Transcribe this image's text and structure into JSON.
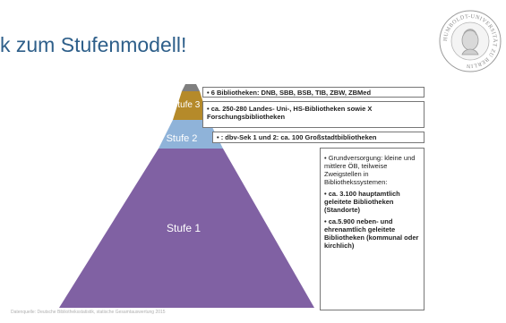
{
  "slide": {
    "title": "k zum Stufenmodell!",
    "logo_text": "HUMBOLDT-UNIVERSITÄT ZU BERLIN",
    "source": "Datenquelle: Deutsche Bibliotheksstatistik, statische Gesamtauswertung 2015"
  },
  "pyramid": {
    "stufe3_label": "Stufe 3",
    "stufe2_label": "Stufe 2",
    "stufe1_label": "Stufe 1",
    "box3a": "• 6 Bibliotheken: DNB, SBB, BSB, TIB, ZBW, ZBMed",
    "box3b": "• ca. 250-280 Landes- Uni-, HS-Bibliotheken sowie X Forschungsbibliotheken",
    "box2": "• : dbv-Sek 1 und 2: ca. 100 Großstadtbibliotheken",
    "box1_item1": "• Grundversorgung: kleine und mittlere ÖB, teilweise Zweigstellen in Bibliothekssystemen:",
    "box1_item2": "• ca. 3.100 hauptamtlich geleitete Bibliotheken (Standorte)",
    "box1_item3": "• ca.5.900 neben- und ehrenamtlich geleitete Bibliotheken (kommunal oder kirchlich)"
  },
  "colors": {
    "title": "#2e5f8a",
    "stufe3": "#b58a2a",
    "stufe2": "#8fb3d9",
    "stufe1": "#8061a3",
    "tip": "#7f7f7f"
  }
}
